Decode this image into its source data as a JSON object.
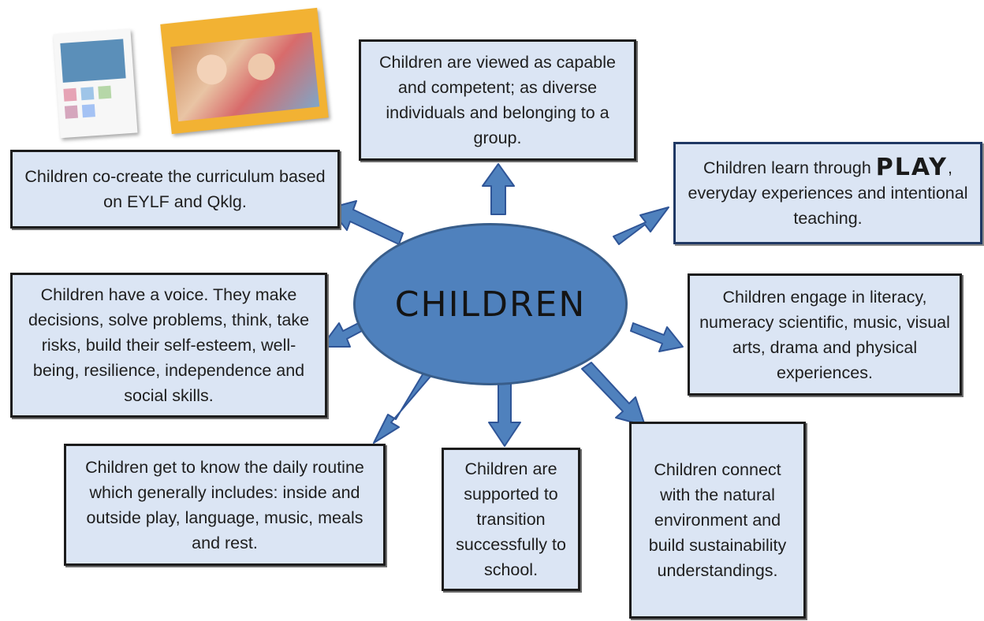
{
  "center": {
    "label": "CHILDREN"
  },
  "boxes": {
    "capable": "Children are viewed as capable and competent; as diverse individuals and belonging to a group.",
    "cocreate": "Children co-create the curriculum based on EYLF and Qklg.",
    "play_pre": "Children learn through ",
    "play_word": "PLAY",
    "play_post": ", everyday experiences and intentional teaching.",
    "voice": "Children have a voice. They make decisions, solve problems, think, take risks, build their self-esteem, well-being, resilience, independence and social skills.",
    "literacy": "Children engage in literacy, numeracy scientific, music, visual arts, drama and physical experiences.",
    "routine": "Children get to know the daily routine which generally includes: inside and outside play, language, music, meals and rest.",
    "transition": "Children are supported to transition successfully to school.",
    "nature": "Children connect with the natural environment and build sustainability understandings."
  },
  "colors": {
    "box_fill": "#dbe5f4",
    "ellipse_fill": "#4f81bd",
    "arrow_fill": "#4f81bd",
    "arrow_stroke": "#2f5597"
  },
  "icons": {
    "book_left": "booklet-cover-icon",
    "book_right": "photo-booklet-icon"
  }
}
